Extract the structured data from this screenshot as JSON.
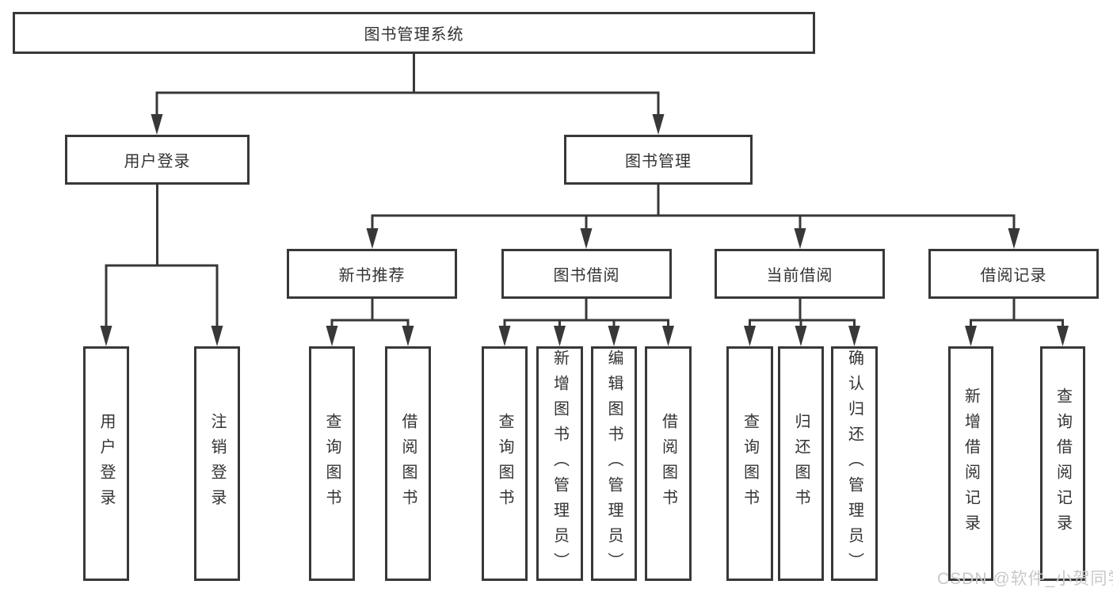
{
  "diagram": {
    "root": {
      "label": "图书管理系统"
    },
    "branches": [
      {
        "label": "用户登录",
        "children": [
          {
            "label": "用户登录"
          },
          {
            "label": "注销登录"
          }
        ]
      },
      {
        "label": "图书管理",
        "children": [
          {
            "label": "新书推荐",
            "children": [
              {
                "label": "查询图书"
              },
              {
                "label": "借阅图书"
              }
            ]
          },
          {
            "label": "图书借阅",
            "children": [
              {
                "label": "查询图书"
              },
              {
                "label": "新增图书（管理员）"
              },
              {
                "label": "编辑图书（管理员）"
              },
              {
                "label": "借阅图书"
              }
            ]
          },
          {
            "label": "当前借阅",
            "children": [
              {
                "label": "查询图书"
              },
              {
                "label": "归还图书"
              },
              {
                "label": "确认归还（管理员）"
              }
            ]
          },
          {
            "label": "借阅记录",
            "children": [
              {
                "label": "新增借阅记录"
              },
              {
                "label": "查询借阅记录"
              }
            ]
          }
        ]
      }
    ]
  },
  "watermark": {
    "text": "CSDN @软件_小贺同学"
  },
  "colors": {
    "line": "#383838",
    "text": "#333333",
    "watermark": "#c8c8c8",
    "background": "#ffffff"
  }
}
